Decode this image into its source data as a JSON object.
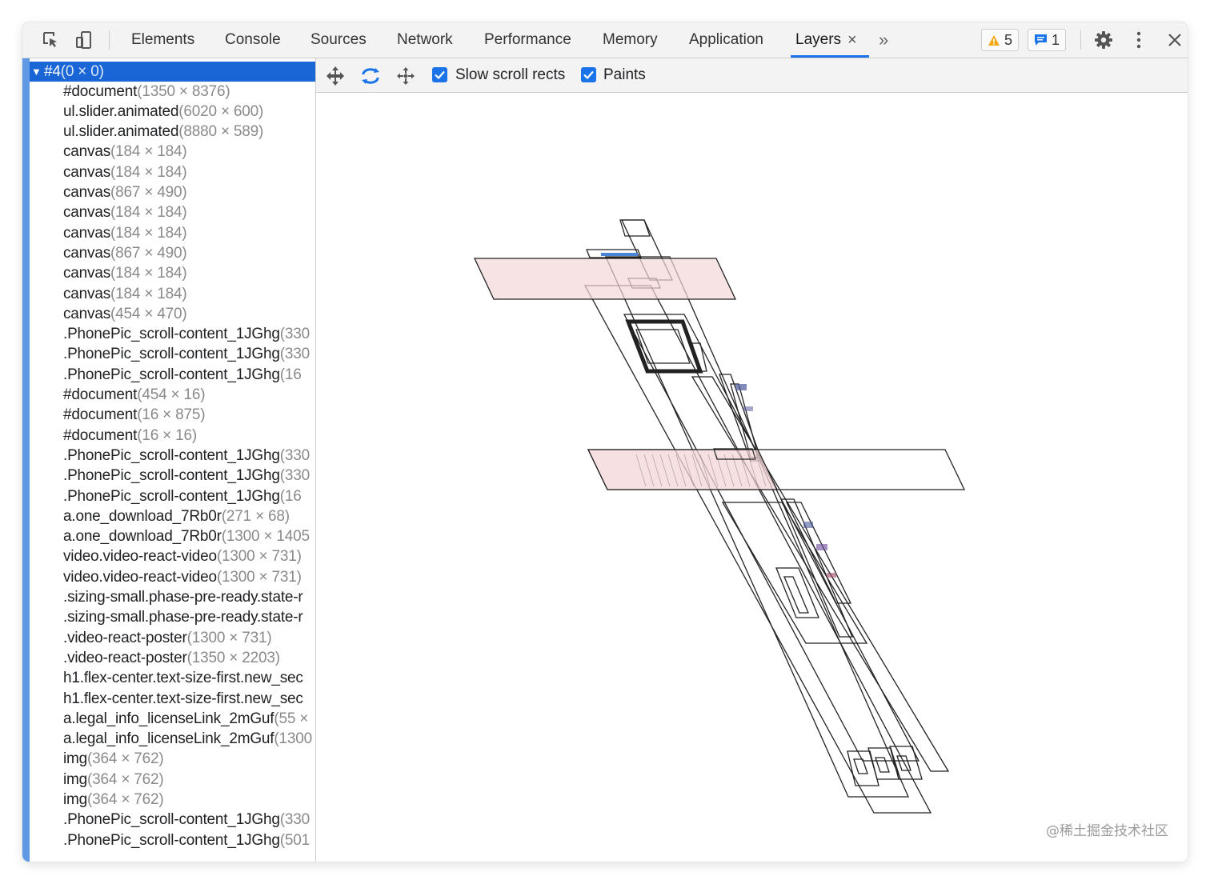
{
  "toolbar": {
    "tabs": [
      {
        "label": "Elements"
      },
      {
        "label": "Console"
      },
      {
        "label": "Sources"
      },
      {
        "label": "Network"
      },
      {
        "label": "Performance"
      },
      {
        "label": "Memory"
      },
      {
        "label": "Application"
      },
      {
        "label": "Layers"
      }
    ],
    "active_tab": "Layers",
    "close_tab_glyph": "×",
    "more_tabs_glyph": "»",
    "warnings_count": "5",
    "messages_count": "1",
    "icons": [
      "inspect-icon",
      "device-toolbar-icon",
      "warning-icon",
      "message-icon",
      "settings-icon",
      "more-vertical-icon",
      "close-icon"
    ]
  },
  "layer_tree": {
    "root": {
      "name": "#4",
      "size": "(0 × 0)"
    },
    "items": [
      {
        "name": "#document",
        "size": "(1350 × 8376)"
      },
      {
        "name": "ul.slider.animated",
        "size": "(6020 × 600)"
      },
      {
        "name": "ul.slider.animated",
        "size": "(8880 × 589)"
      },
      {
        "name": "canvas",
        "size": "(184 × 184)"
      },
      {
        "name": "canvas",
        "size": "(184 × 184)"
      },
      {
        "name": "canvas",
        "size": "(867 × 490)"
      },
      {
        "name": "canvas",
        "size": "(184 × 184)"
      },
      {
        "name": "canvas",
        "size": "(184 × 184)"
      },
      {
        "name": "canvas",
        "size": "(867 × 490)"
      },
      {
        "name": "canvas",
        "size": "(184 × 184)"
      },
      {
        "name": "canvas",
        "size": "(184 × 184)"
      },
      {
        "name": "canvas",
        "size": "(454 × 470)"
      },
      {
        "name": ".PhonePic_scroll-content_1JGhg",
        "size": "(330"
      },
      {
        "name": ".PhonePic_scroll-content_1JGhg",
        "size": "(330"
      },
      {
        "name": ".PhonePic_scroll-content_1JGhg",
        "size": "(16"
      },
      {
        "name": "#document",
        "size": "(454 × 16)"
      },
      {
        "name": "#document",
        "size": "(16 × 875)"
      },
      {
        "name": "#document",
        "size": "(16 × 16)"
      },
      {
        "name": ".PhonePic_scroll-content_1JGhg",
        "size": "(330"
      },
      {
        "name": ".PhonePic_scroll-content_1JGhg",
        "size": "(330"
      },
      {
        "name": ".PhonePic_scroll-content_1JGhg",
        "size": "(16"
      },
      {
        "name": "a.one_download_7Rb0r",
        "size": "(271 × 68)"
      },
      {
        "name": "a.one_download_7Rb0r",
        "size": "(1300 × 1405"
      },
      {
        "name": "video.video-react-video",
        "size": "(1300 × 731)"
      },
      {
        "name": "video.video-react-video",
        "size": "(1300 × 731)"
      },
      {
        "name": ".sizing-small.phase-pre-ready.state-r",
        "size": ""
      },
      {
        "name": ".sizing-small.phase-pre-ready.state-r",
        "size": ""
      },
      {
        "name": ".video-react-poster",
        "size": "(1300 × 731)"
      },
      {
        "name": ".video-react-poster",
        "size": "(1350 × 2203)"
      },
      {
        "name": "h1.flex-center.text-size-first.new_sec",
        "size": ""
      },
      {
        "name": "h1.flex-center.text-size-first.new_sec",
        "size": ""
      },
      {
        "name": "a.legal_info_licenseLink_2mGuf",
        "size": "(55 ×"
      },
      {
        "name": "a.legal_info_licenseLink_2mGuf",
        "size": "(1300"
      },
      {
        "name": "img",
        "size": "(364 × 762)"
      },
      {
        "name": "img",
        "size": "(364 × 762)"
      },
      {
        "name": "img",
        "size": "(364 × 762)"
      },
      {
        "name": ".PhonePic_scroll-content_1JGhg",
        "size": "(330"
      },
      {
        "name": ".PhonePic_scroll-content_1JGhg",
        "size": "(501"
      }
    ]
  },
  "layers_toolbar": {
    "icons": [
      "pan-mode-icon",
      "rotate-mode-icon",
      "reset-transform-icon"
    ],
    "slow_scroll_rects": {
      "label": "Slow scroll rects",
      "checked": true
    },
    "paints": {
      "label": "Paints",
      "checked": true
    }
  },
  "colors": {
    "accent": "#1a73e8",
    "selection": "#1a66d6",
    "slow_scroll_fill": "#f4d6d8",
    "layer_stroke": "#222222"
  },
  "watermark": "@稀土掘金技术社区"
}
